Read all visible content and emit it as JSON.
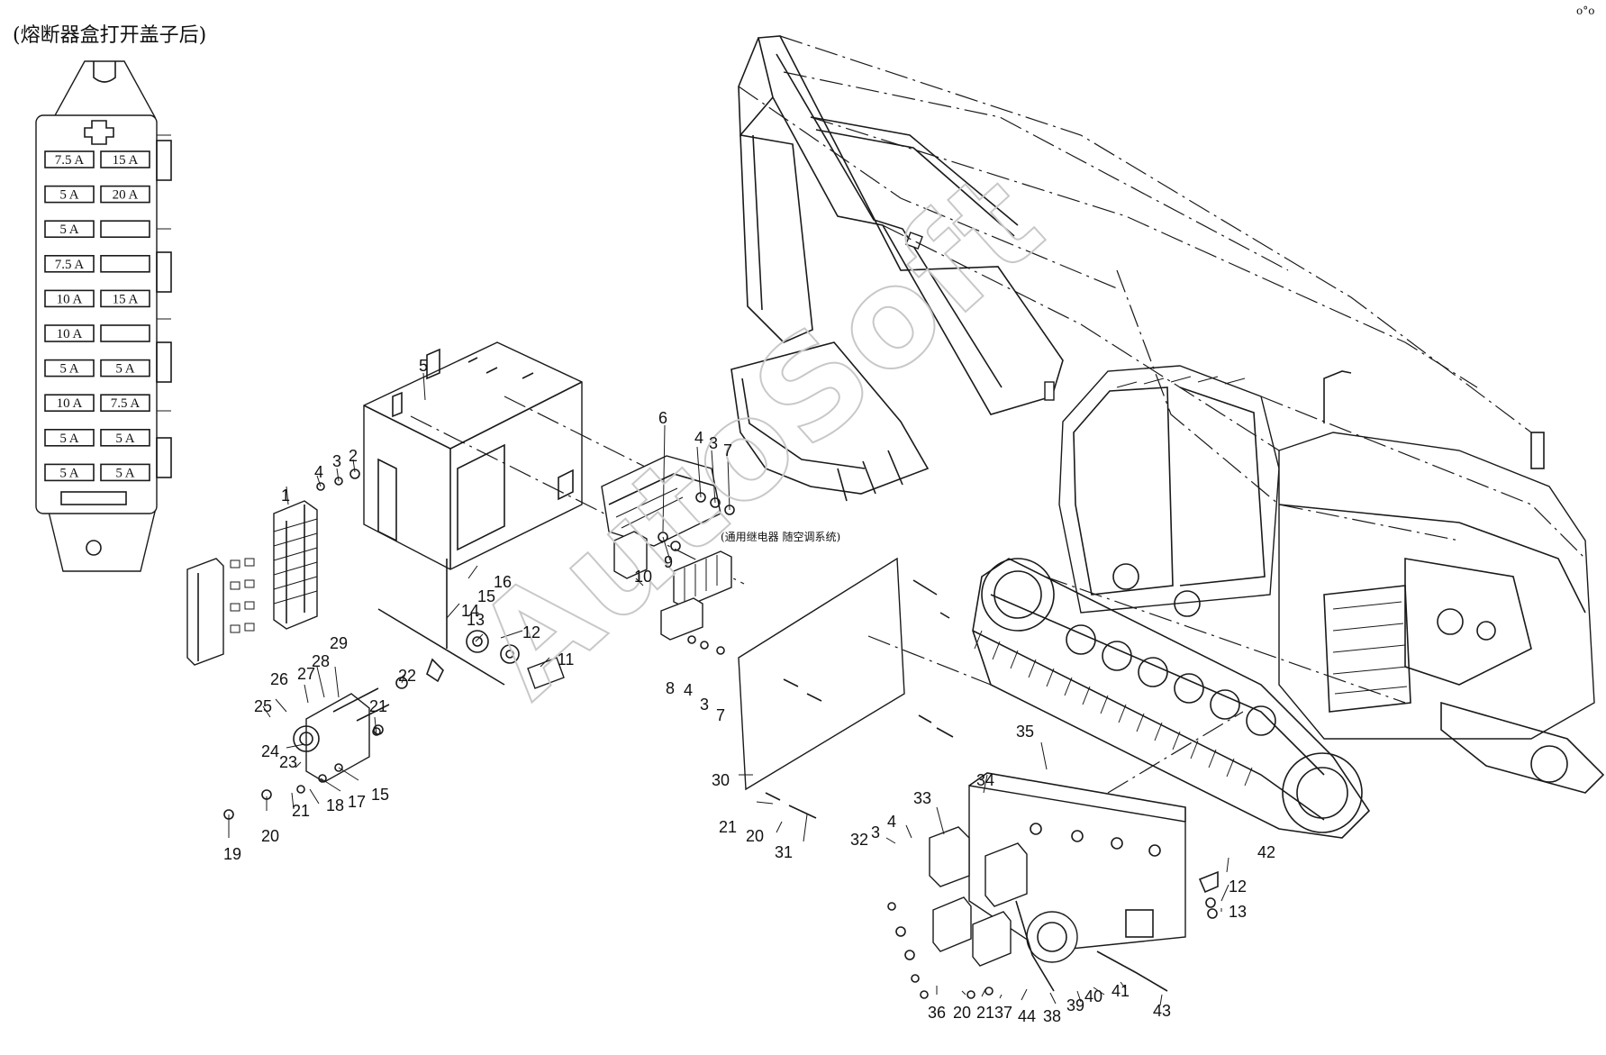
{
  "title": "(熔断器盒打开盖子后)",
  "relay_note": "(通用继电器  随空调系统)",
  "watermark": "AutoSoft",
  "corner_mark": "o°o",
  "fuses": [
    [
      "7.5 A",
      "15 A"
    ],
    [
      "5 A",
      "20 A"
    ],
    [
      "5 A",
      ""
    ],
    [
      "7.5 A",
      ""
    ],
    [
      "10 A",
      "15 A"
    ],
    [
      "10 A",
      ""
    ],
    [
      "5 A",
      "5 A"
    ],
    [
      "10 A",
      "7.5 A"
    ],
    [
      "5 A",
      "5 A"
    ],
    [
      "5 A",
      "5 A"
    ]
  ],
  "callouts": [
    "1",
    "4",
    "3",
    "2",
    "5",
    "6",
    "4",
    "3",
    "7",
    "9",
    "10",
    "8",
    "4",
    "3",
    "7",
    "16",
    "15",
    "14",
    "13",
    "12",
    "11",
    "29",
    "28",
    "27",
    "26",
    "25",
    "22",
    "21",
    "24",
    "23",
    "15",
    "17",
    "18",
    "21",
    "19",
    "20",
    "30",
    "21",
    "20",
    "31",
    "35",
    "34",
    "33",
    "4",
    "3",
    "32",
    "42",
    "12",
    "13",
    "36",
    "20",
    "21",
    "37",
    "44",
    "38",
    "39",
    "40",
    "41",
    "43"
  ]
}
